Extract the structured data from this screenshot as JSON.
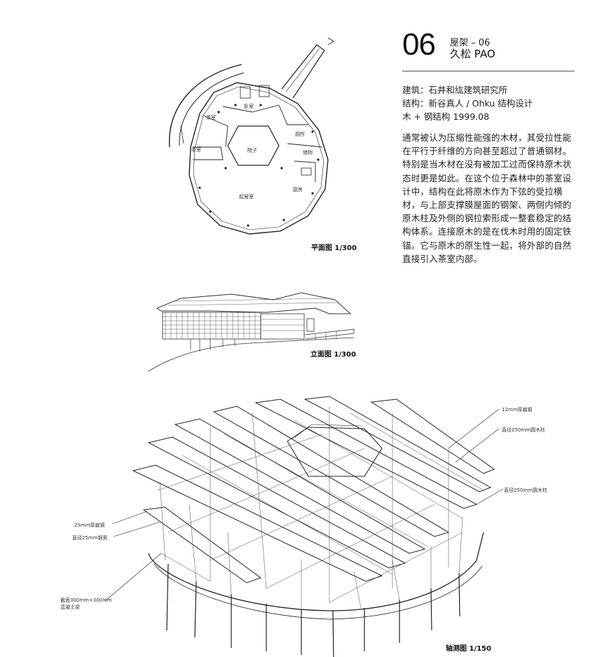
{
  "header": {
    "number": "06",
    "series": "屋架 – 06",
    "name": "久松 PAO"
  },
  "meta": {
    "architect": "建筑：石井和纮建筑研究所",
    "structure": "结构：新谷真人 / Ohku 结构设计",
    "type_year": "木 + 钢结构    1999.08"
  },
  "description": "通常被认为压缩性能强的木材，其受拉性能在平行于纤维的方向甚至超过了普通钢材。特别是当木材在没有被加工过而保持原木状态时更是如此。在这个位于森林中的茶室设计中，结构在此将原木作为下弦的受拉横材，与上部支撑膜屋面的钢架、两侧内倾的原木柱及外侧的钢拉索形成一整套稳定的结构体系。连接原木的是在伐木时用的固定铁锚。它与原木的原生性一起，将外部的自然直接引入茶室内部。",
  "plan": {
    "caption": "平面图  1/300",
    "rooms": [
      "卧室",
      "茶室",
      "茶室",
      "院子",
      "厕所",
      "储物",
      "厨房",
      "起居室"
    ]
  },
  "elevation": {
    "caption": "立面图  1/300"
  },
  "axon": {
    "caption": "轴测图  1/150",
    "labels": {
      "steel_plate": "12mm厚扁钢",
      "timber_col_1": "直径250mm圆木柱",
      "timber_col_2": "直径250mm圆木柱",
      "flat_steel": "25mm厚扁钢",
      "steel_cable": "直径25mm钢索",
      "beam_line1": "截面300mm×300mm",
      "beam_line2": "混凝土梁"
    }
  }
}
